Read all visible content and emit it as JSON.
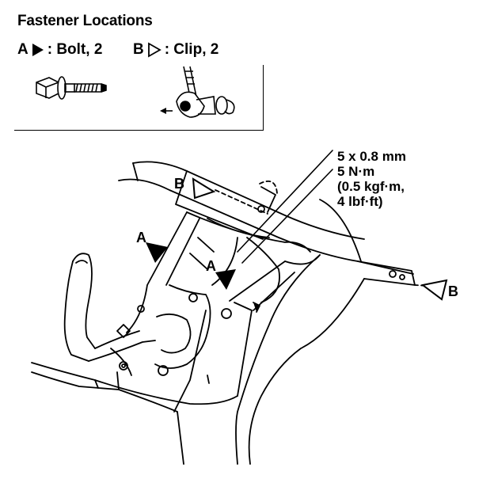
{
  "header": {
    "title": "Fastener Locations"
  },
  "legend": {
    "items": [
      {
        "letter": "A",
        "marker": "filled-triangle-icon",
        "text": ": Bolt, 2"
      },
      {
        "letter": "B",
        "marker": "outline-triangle-icon",
        "text": ": Clip, 2"
      }
    ]
  },
  "spec": {
    "lines": [
      "5 x 0.8 mm",
      "5 N·m",
      "(0.5 kgf·m,",
      "4 lbf·ft)"
    ]
  },
  "callouts": {
    "a_left": "A",
    "a_center": "A",
    "b_top": "B",
    "b_right": "B"
  },
  "colors": {
    "ink": "#000000",
    "paper": "#ffffff"
  }
}
